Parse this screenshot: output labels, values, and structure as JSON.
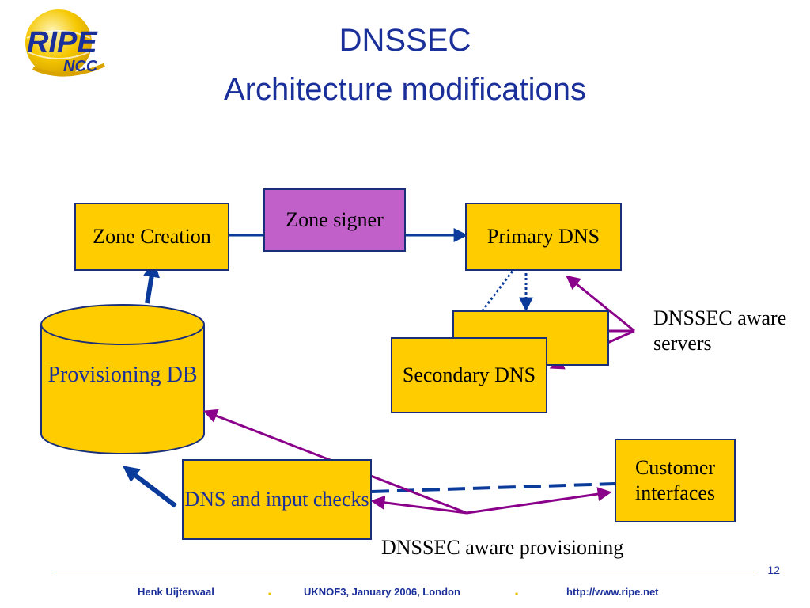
{
  "logo": {
    "primary": "RIPE",
    "secondary": "NCC"
  },
  "title": {
    "line1": "DNSSEC",
    "line2": "Architecture modifications"
  },
  "diagram": {
    "zone_creation": "Zone Creation",
    "zone_signer": "Zone signer",
    "primary_dns": "Primary DNS",
    "secondary_dns": "Secondary DNS",
    "provisioning_db": "Provisioning DB",
    "dns_checks": "DNS and input checks",
    "customer_interfaces": "Customer interfaces",
    "aware_servers": "DNSSEC aware servers",
    "aware_provisioning": "DNSSEC aware provisioning"
  },
  "footer": {
    "author": "Henk Uijterwaal",
    "event": "UKNOF3, January 2006, London",
    "url": "http://www.ripe.net",
    "page": "12"
  },
  "colors": {
    "title": "#1a2f9a",
    "box_fill": "#ffcc00",
    "signer_fill": "#c060c8",
    "annotation_arrow": "#8a008a",
    "flow_arrow": "#0a3a9a"
  }
}
